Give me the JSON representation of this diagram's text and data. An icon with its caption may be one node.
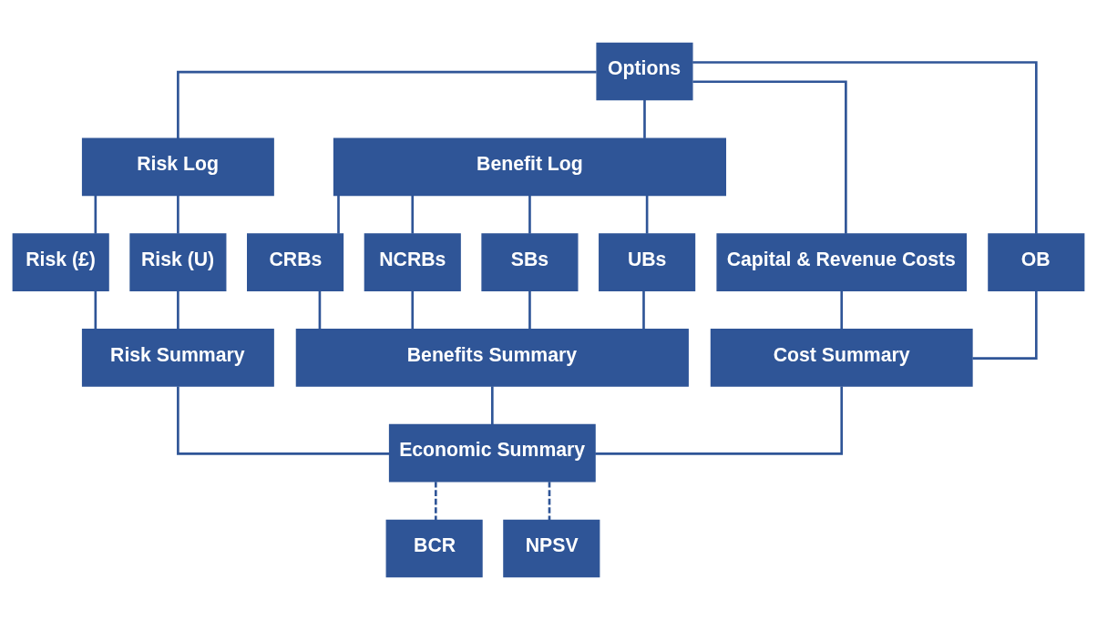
{
  "diagram": {
    "nodes": [
      {
        "text": [
          "Options"
        ]
      },
      {
        "text": [
          "Risk Log"
        ]
      },
      {
        "text": [
          "Benefit Log"
        ]
      },
      {
        "text": [
          "Capital & Revenue Costs"
        ]
      },
      {
        "text": [
          "OB"
        ]
      },
      {
        "text": [
          "Risk (£)"
        ]
      },
      {
        "text": [
          "Risk (U)"
        ]
      },
      {
        "text": [
          "CRBs"
        ]
      },
      {
        "text": [
          "NCRBs"
        ]
      },
      {
        "text": [
          "SBs"
        ]
      },
      {
        "text": [
          "UBs"
        ]
      },
      {
        "text": [
          "Cost Summary"
        ]
      },
      {
        "text": [
          "Risk Summary"
        ]
      },
      {
        "text": [
          "Benefits Summary"
        ]
      },
      {
        "text": [
          "Economic Summary"
        ]
      },
      {
        "text": [
          "BCR"
        ]
      },
      {
        "text": [
          "NPSV"
        ]
      }
    ],
    "edges": [
      {
        "from": 0,
        "to": 3,
        "arrow": "none"
      },
      {
        "from": 0,
        "to": 4,
        "arrow": "none"
      },
      {
        "from": 0,
        "to": 1,
        "arrow": "none"
      },
      {
        "from": 0,
        "to": 2,
        "arrow": "none"
      },
      {
        "from": 1,
        "to": 5,
        "arrow": "none"
      },
      {
        "from": 1,
        "to": 6,
        "arrow": "none"
      },
      {
        "from": 2,
        "to": 7,
        "arrow": "none"
      },
      {
        "from": 2,
        "to": 8,
        "arrow": "none"
      },
      {
        "from": 2,
        "to": 9,
        "arrow": "none"
      },
      {
        "from": 2,
        "to": 10,
        "arrow": "none"
      },
      {
        "from": 3,
        "to": 11,
        "arrow": "none"
      },
      {
        "from": 4,
        "to": 11,
        "arrow": "none"
      },
      {
        "from": 5,
        "to": 12,
        "arrow": "none"
      },
      {
        "from": 6,
        "to": 12,
        "arrow": "none"
      },
      {
        "from": 7,
        "to": 13,
        "arrow": "none"
      },
      {
        "from": 8,
        "to": 13,
        "arrow": "none"
      },
      {
        "from": 9,
        "to": 13,
        "arrow": "none"
      },
      {
        "from": 10,
        "to": 13,
        "arrow": "none"
      },
      {
        "from": 11,
        "to": 14,
        "arrow": "none"
      },
      {
        "from": 12,
        "to": 14,
        "arrow": "none"
      },
      {
        "from": 13,
        "to": 14,
        "arrow": "none"
      },
      {
        "from": 14,
        "to": 15,
        "arrow": "none",
        "style": "dashed"
      },
      {
        "from": 14,
        "to": 16,
        "arrow": "none",
        "style": "dashed"
      }
    ]
  }
}
